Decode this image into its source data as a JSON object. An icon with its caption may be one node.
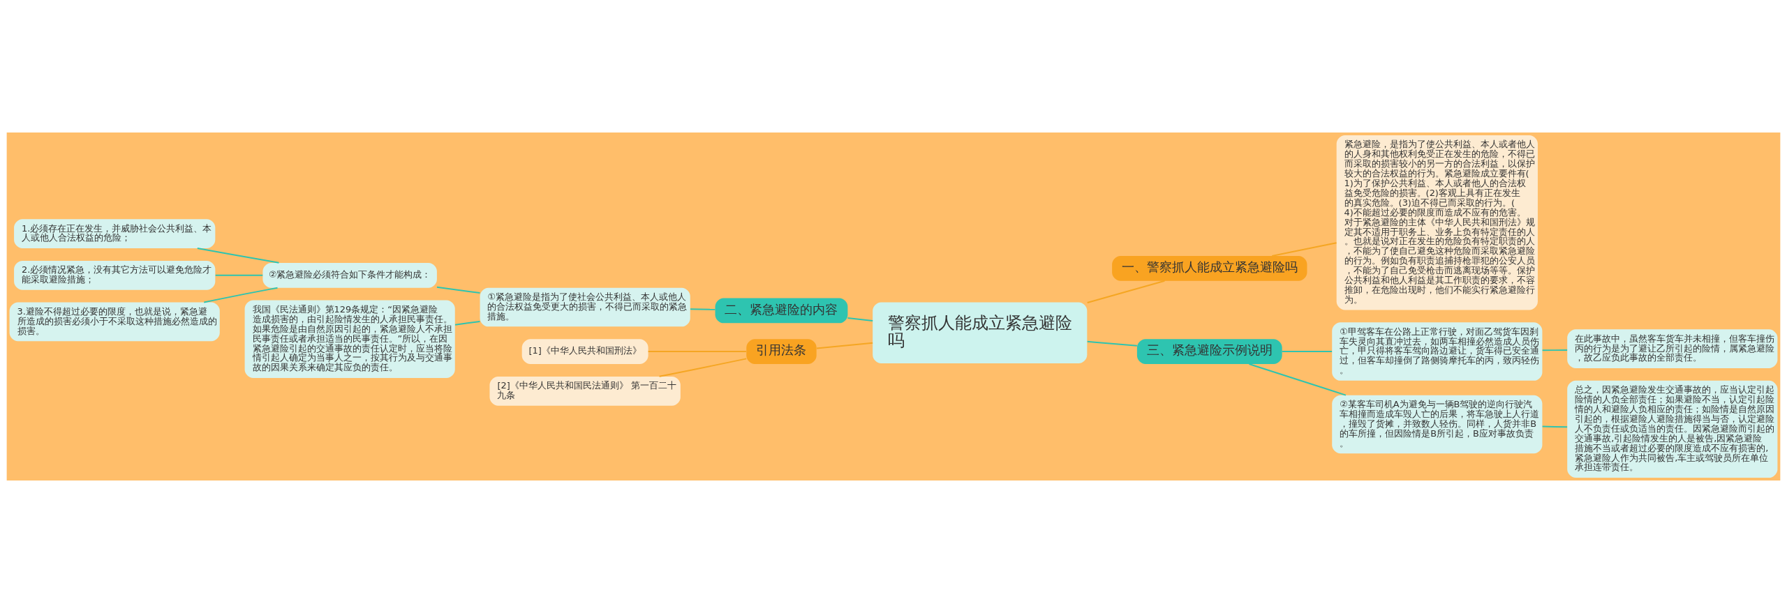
{
  "diagram": {
    "nodes": [
      {
        "text": [
          "警察抓人能成立紧急避险吗"
        ]
      },
      {
        "text": [
          "一、警察抓人能成立紧急避险吗"
        ]
      },
      {
        "text": [
          "紧急避险，是指为了使公共利益、本人或者他人的人身和其他权利免受正在发生的危险，不得已而采取的损害较小的另一方的合法利益，以保护较大的合法权益的行为。紧急避险成立要件有(1)为了保护公共利益、本人或者他人的合法权益免受危险的损害。(2)客观上具有正在发生的真实危险。(3)迫不得已而采取的行为。(4)不能超过必要的限度而造成不应有的危害。对于紧急避险的主体《中华人民共和国刑法》规定其不适用于职务上、业务上负有特定责任的人。也就是说对正在发生的危险负有特定职责的人，不能为了使自己避免这种危险而采取紧急避险的行为。例如负有职责追捕持枪罪犯的公安人员，不能为了自己免受枪击而逃离现场等等。保护公共利益和他人利益是其工作职责的要求，不容推卸，在危险出现时，他们不能实行紧急避险行为。"
        ]
      },
      {
        "text": [
          "二、紧急避险的内容"
        ]
      },
      {
        "text": [
          "①紧急避险是指为了使社会公共利益、本人或他人的合法权益免受更大的损害，不得已而采取的紧急措施。"
        ]
      },
      {
        "text": [
          "②紧急避险必须符合如下条件才能构成："
        ]
      },
      {
        "text": [
          "1.必须存在正在发生，并威胁社会公共利益、本人或他人合法权益的危险；"
        ]
      },
      {
        "text": [
          "2.必须情况紧急，没有其它方法可以避免危险才能采取避险措施；"
        ]
      },
      {
        "text": [
          "3.避险不得超过必要的限度，也就是说，紧急避所造成的损害必须小于不采取这种措施必然造成的损害。"
        ]
      },
      {
        "text": [
          "我国《民法通则》第129条规定：“因紧急避险造成损害的，由引起险情发生的人承担民事责任。如果危险是由自然原因引起的，紧急避险人不承担民事责任或者承担适当的民事责任。”所以，在因紧急避险引起的交通事故的责任认定时，应当将险情引起人确定为当事人之一，按其行为及与交通事故的因果关系来确定其应负的责任。"
        ]
      },
      {
        "text": [
          "引用法条"
        ]
      },
      {
        "text": [
          "[1]《中华人民共和国刑法》"
        ]
      },
      {
        "text": [
          "[2]《中华人民共和国民法通则》 第一百二十九条"
        ]
      },
      {
        "text": [
          "三、紧急避险示例说明"
        ]
      },
      {
        "text": [
          "①甲驾客车在公路上正常行驶，对面乙驾货车因刹车失灵向其直冲过去，如两车相撞必然造成人员伤亡，甲只得将客车驾向路边避让，货车得已安全通过，但客车却撞倒了路侧骑摩托车的丙，致丙轻伤。"
        ]
      },
      {
        "text": [
          "在此事故中，虽然客车货车并未相撞，但客车撞伤丙的行为是为了避让乙所引起的险情，属紧急避险，故乙应负此事故的全部责任。"
        ]
      },
      {
        "text": [
          "②某客车司机A为避免与一辆B驾驶的逆向行驶汽车相撞而造成车毁人亡的后果，将车急驶上人行道，撞毁了货摊，并致数人轻伤。同样，人货并非B的车所撞，但因险情是B所引起，B应对事故负责。"
        ]
      },
      {
        "text": [
          "总之，因紧急避险发生交通事故的，应当认定引起险情的人负全部责任；如果避险不当，认定引起险情的人和避险人负相应的责任；如险情是自然原因引起的，根据避险人避险措施得当与否，认定避险人不负责任或负适当的责任。因紧急避险而引起的交通事故,引起险情发生的人是被告,因紧急避险措施不当或者超过必要的限度造成不应有损害的,紧急避险人作为共同被告,车主或驾驶员所在单位承担连带责任。"
        ]
      }
    ],
    "edges": [
      {
        "from": 0,
        "to": 1,
        "arrow": "none",
        "color": "#f5a623"
      },
      {
        "from": 1,
        "to": 2,
        "arrow": "none",
        "color": "#f5a623"
      },
      {
        "from": 3,
        "to": 0,
        "arrow": "none"
      },
      {
        "from": 4,
        "to": 3,
        "arrow": "none"
      },
      {
        "from": 5,
        "to": 4,
        "arrow": "none"
      },
      {
        "from": 6,
        "to": 5,
        "arrow": "none"
      },
      {
        "from": 7,
        "to": 5,
        "arrow": "none"
      },
      {
        "from": 8,
        "to": 5,
        "arrow": "none"
      },
      {
        "from": 9,
        "to": 4,
        "arrow": "none"
      },
      {
        "from": 10,
        "to": 0,
        "arrow": "none",
        "color": "#f5a623"
      },
      {
        "from": 11,
        "to": 10,
        "arrow": "none",
        "color": "#f5a623"
      },
      {
        "from": 12,
        "to": 10,
        "arrow": "none",
        "color": "#f5a623"
      },
      {
        "from": 0,
        "to": 13,
        "arrow": "none"
      },
      {
        "from": 13,
        "to": 14,
        "arrow": "none"
      },
      {
        "from": 14,
        "to": 15,
        "arrow": "none"
      },
      {
        "from": 13,
        "to": 16,
        "arrow": "none"
      },
      {
        "from": 16,
        "to": 17,
        "arrow": "none"
      }
    ]
  }
}
